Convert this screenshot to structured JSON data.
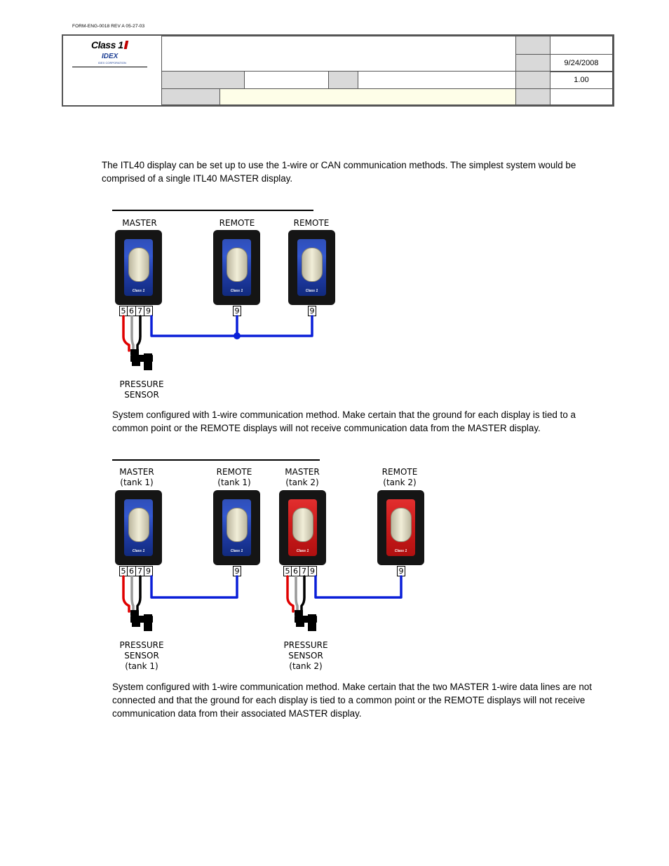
{
  "header": {
    "form_id": "FORM-ENG-0018  REV A   05-27-03",
    "logo": {
      "brand": "Class 1",
      "parent": "IDEX",
      "parent_sub": "IDEX CORPORATION"
    },
    "date": "9/24/2008",
    "revision": "1.00"
  },
  "intro": "The ITL40 display can be set up to use the 1-wire or CAN communication methods.  The simplest system would be comprised of a single ITL40 MASTER display.",
  "diagram1": {
    "labels": {
      "master": "MASTER",
      "remote1": "REMOTE",
      "remote2": "REMOTE",
      "sensor_line1": "PRESSURE",
      "sensor_line2": "SENSOR"
    },
    "pins_master": [
      "5",
      "6",
      "7",
      "9"
    ],
    "pin_remote": "9",
    "caption": "System configured with 1-wire communication method.   Make certain that the ground for each display is tied to a common point or the REMOTE displays will not receive communication data from the MASTER display."
  },
  "diagram2": {
    "labels": {
      "master1_line1": "MASTER",
      "master1_line2": "(tank 1)",
      "remote1_line1": "REMOTE",
      "remote1_line2": "(tank 1)",
      "master2_line1": "MASTER",
      "master2_line2": "(tank 2)",
      "remote2_line1": "REMOTE",
      "remote2_line2": "(tank 2)",
      "sensor1_line1": "PRESSURE",
      "sensor1_line2": "SENSOR",
      "sensor1_line3": "(tank 1)",
      "sensor2_line1": "PRESSURE",
      "sensor2_line2": "SENSOR",
      "sensor2_line3": "(tank 2)"
    },
    "pins_master": [
      "5",
      "6",
      "7",
      "9"
    ],
    "pin_remote": "9",
    "caption": "System configured with 1-wire communication method.   Make certain that the two MASTER 1-wire data lines are not connected and that the ground for each display is tied to a common point or the REMOTE displays will not receive communication data from their associated MASTER display."
  },
  "colors": {
    "wire_data": "#0a1fd8",
    "wire_power": "#e00000",
    "wire_ground": "#000000",
    "wire_signal": "#9a9a9a",
    "face_blue": "#2f4fb8",
    "face_red": "#d42020"
  }
}
